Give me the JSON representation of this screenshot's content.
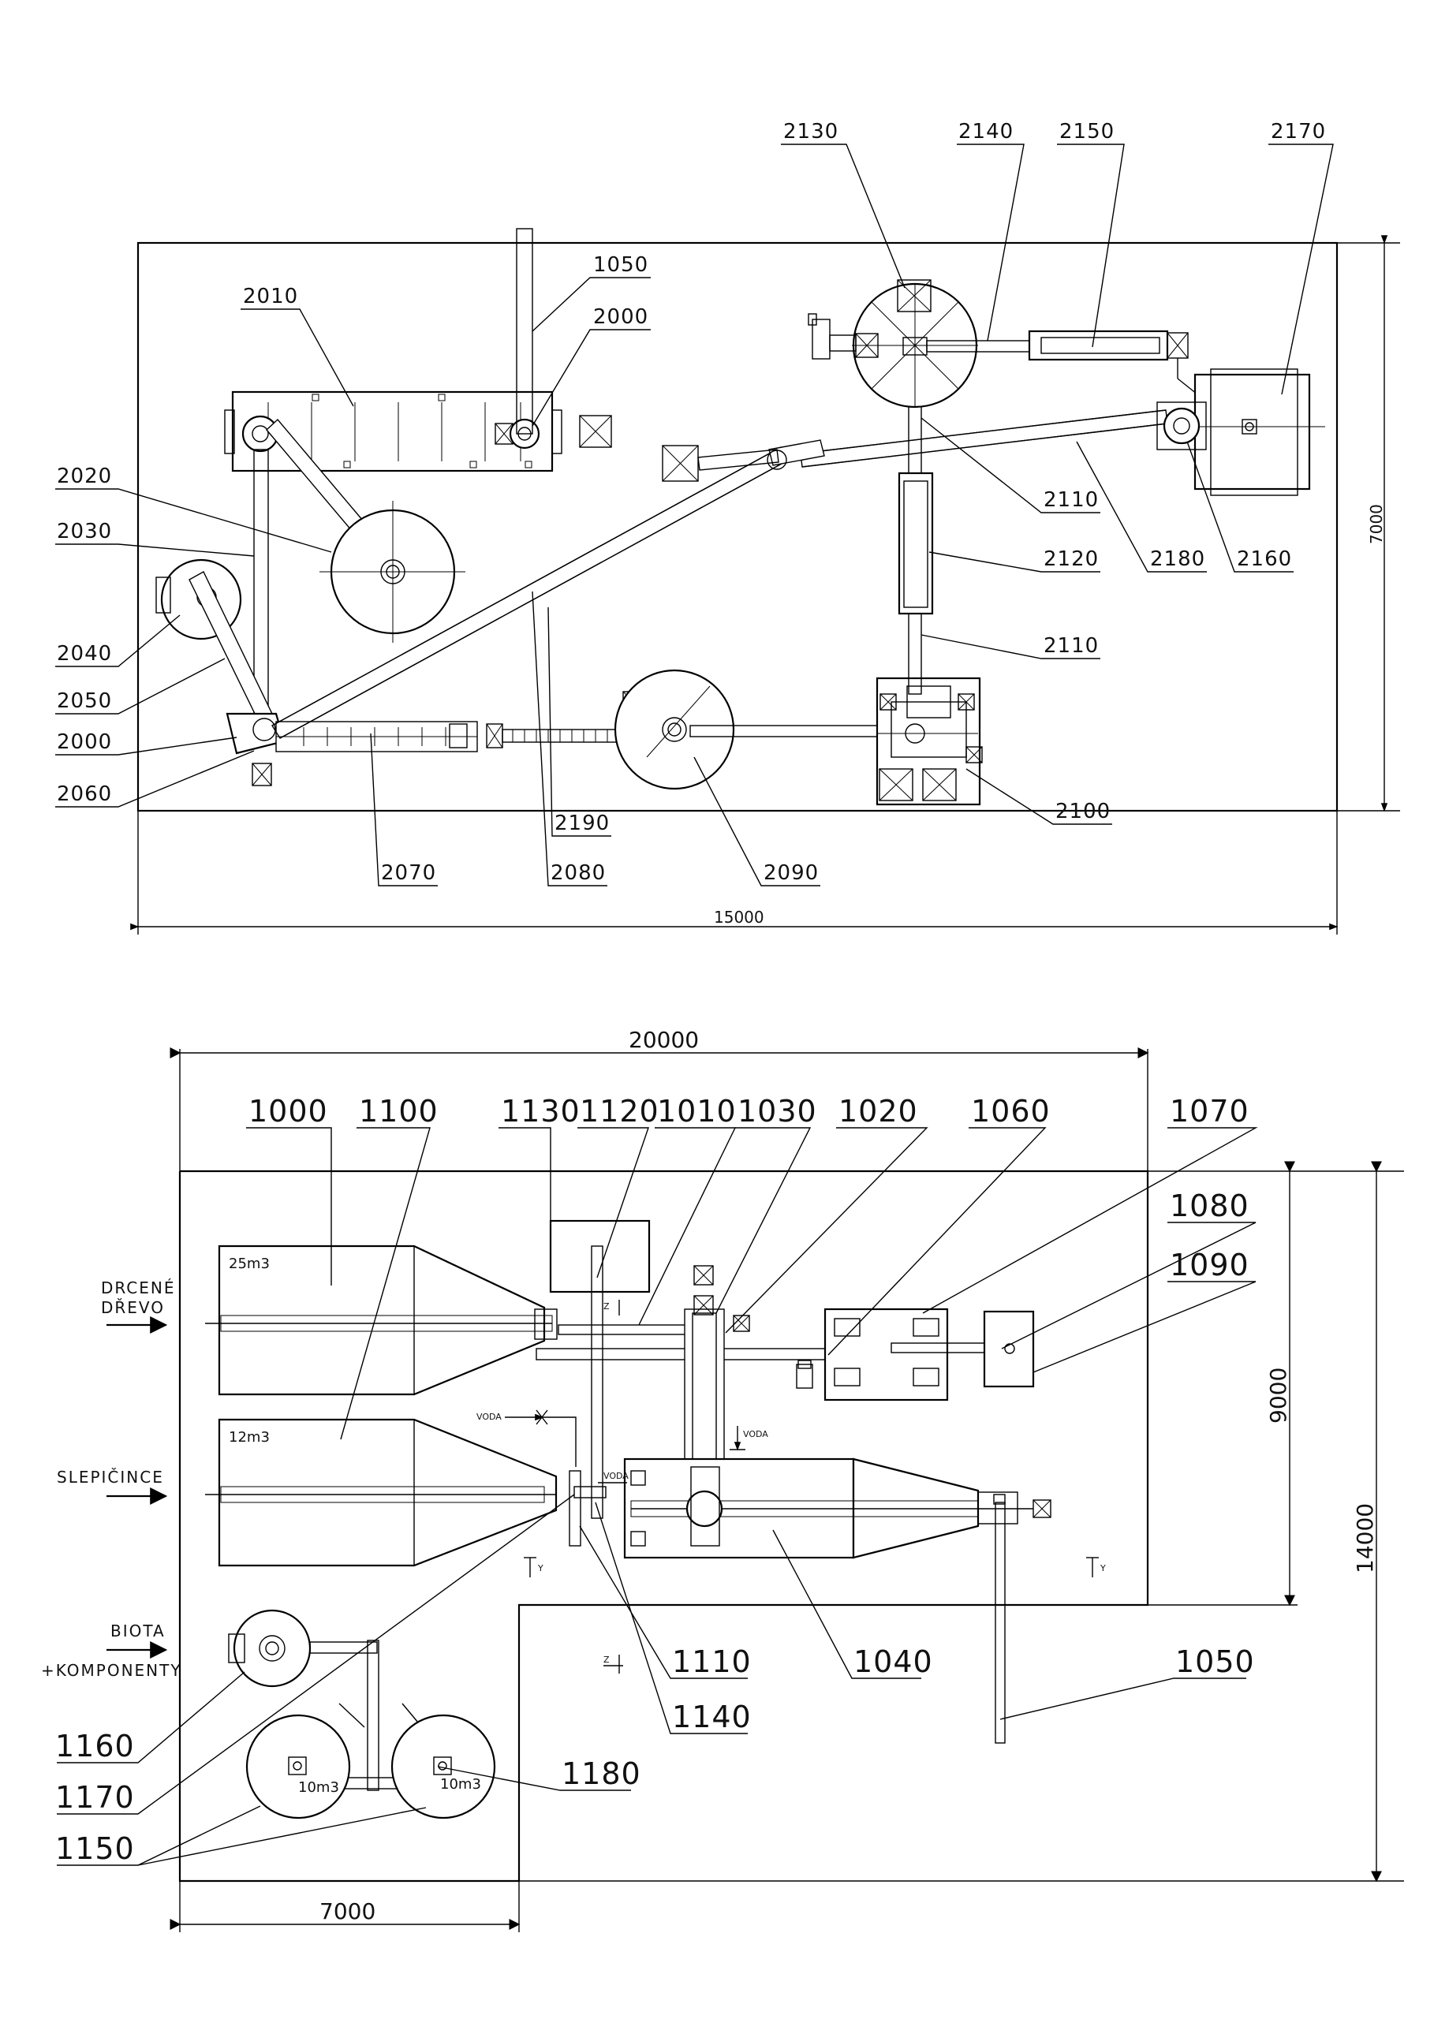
{
  "top_plan": {
    "labels": {
      "l2130": "2130",
      "l2140": "2140",
      "l2150": "2150",
      "l2170": "2170",
      "l1050": "1050",
      "l2010": "2010",
      "l2000a": "2000",
      "l2020": "2020",
      "l2030": "2030",
      "l2040": "2040",
      "l2050": "2050",
      "l2000b": "2000",
      "l2060": "2060",
      "l2070": "2070",
      "l2080": "2080",
      "l2190": "2190",
      "l2090": "2090",
      "l2100": "2100",
      "l2110a": "2110",
      "l2110b": "2110",
      "l2120": "2120",
      "l2180": "2180",
      "l2160": "2160"
    },
    "dim_width": "15000",
    "dim_height": "7000"
  },
  "bottom_plan": {
    "labels": {
      "l1000": "1000",
      "l1100": "1100",
      "l1130": "1130",
      "l1120": "1120",
      "l1010": "1010",
      "l1030": "1030",
      "l1020": "1020",
      "l1060": "1060",
      "l1070": "1070",
      "l1080": "1080",
      "l1090": "1090",
      "l1110": "1110",
      "l1140": "1140",
      "l1040": "1040",
      "l1050": "1050",
      "l1160": "1160",
      "l1170": "1170",
      "l1150": "1150",
      "l1180": "1180"
    },
    "dim_width": "20000",
    "dim_height_inner": "9000",
    "dim_height_outer": "14000",
    "dim_bottom": "7000",
    "inputs": {
      "drcene_line1": "DRCENÉ",
      "drcene_line2": "DŘEVO",
      "slepicince": "SLEPIČINCE",
      "biota_line1": "BIOTA",
      "biota_line2": "+KOMPONENTY"
    },
    "tank1_volume": "25m3",
    "tank2_volume": "12m3",
    "tank3_volume": "10m3",
    "tank4_volume": "10m3",
    "voda1": "VODA",
    "voda2": "VODA",
    "voda3": "VODA",
    "section_y1": "Y",
    "section_y2": "Y",
    "section_z1": "Z",
    "section_z2": "Z"
  }
}
